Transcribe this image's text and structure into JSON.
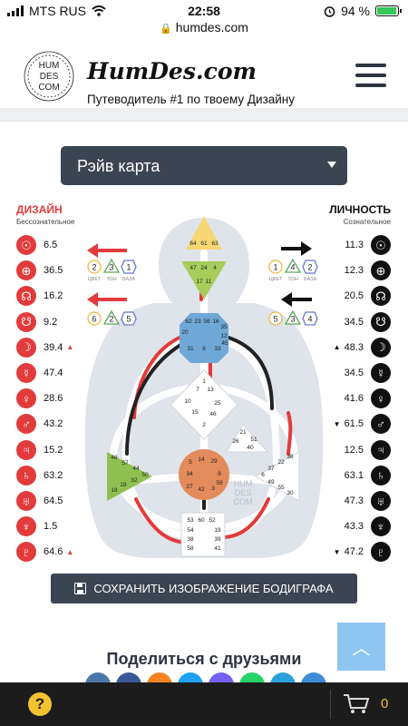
{
  "status_bar": {
    "carrier": "MTS RUS",
    "time": "22:58",
    "battery": "94 %",
    "battery_level": 0.94
  },
  "url_bar": {
    "url": "humdes.com"
  },
  "header": {
    "logo_lines": [
      "HUM",
      "DES",
      "COM"
    ],
    "brand": "HumDes.com",
    "tagline": "Путеводитель #1 по твоему Дизайну"
  },
  "chart_select": {
    "value": "Рэйв карта"
  },
  "design": {
    "title": "ДИЗАЙН",
    "subtitle": "Бессознательное",
    "color": "#e23b3b",
    "planets": [
      {
        "icon": "sun-icon",
        "glyph": "☉",
        "value": "6.5",
        "mark": ""
      },
      {
        "icon": "earth-icon",
        "glyph": "⊕",
        "value": "36.5",
        "mark": ""
      },
      {
        "icon": "north-node-icon",
        "glyph": "☊",
        "value": "16.2",
        "mark": ""
      },
      {
        "icon": "south-node-icon",
        "glyph": "☋",
        "value": "9.2",
        "mark": ""
      },
      {
        "icon": "moon-icon",
        "glyph": "☽",
        "value": "39.4",
        "mark": "▲"
      },
      {
        "icon": "mercury-icon",
        "glyph": "☿",
        "value": "47.4",
        "mark": ""
      },
      {
        "icon": "venus-icon",
        "glyph": "♀",
        "value": "28.6",
        "mark": ""
      },
      {
        "icon": "mars-icon",
        "glyph": "♂",
        "value": "43.2",
        "mark": ""
      },
      {
        "icon": "jupiter-icon",
        "glyph": "♃",
        "value": "15.2",
        "mark": ""
      },
      {
        "icon": "saturn-icon",
        "glyph": "♄",
        "value": "63.2",
        "mark": ""
      },
      {
        "icon": "uranus-icon",
        "glyph": "♅",
        "value": "64.5",
        "mark": ""
      },
      {
        "icon": "neptune-icon",
        "glyph": "♆",
        "value": "1.5",
        "mark": ""
      },
      {
        "icon": "pluto-icon",
        "glyph": "♇",
        "value": "64.6",
        "mark": "▲"
      }
    ]
  },
  "personality": {
    "title": "ЛИЧНОСТЬ",
    "subtitle": "Сознательное",
    "color": "#111111",
    "planets": [
      {
        "icon": "sun-icon",
        "glyph": "☉",
        "value": "11.3",
        "mark": ""
      },
      {
        "icon": "earth-icon",
        "glyph": "⊕",
        "value": "12.3",
        "mark": ""
      },
      {
        "icon": "north-node-icon",
        "glyph": "☊",
        "value": "20.5",
        "mark": ""
      },
      {
        "icon": "south-node-icon",
        "glyph": "☋",
        "value": "34.5",
        "mark": ""
      },
      {
        "icon": "moon-icon",
        "glyph": "☽",
        "value": "48.3",
        "mark": "▲"
      },
      {
        "icon": "mercury-icon",
        "glyph": "☿",
        "value": "34.5",
        "mark": ""
      },
      {
        "icon": "venus-icon",
        "glyph": "♀",
        "value": "41.6",
        "mark": ""
      },
      {
        "icon": "mars-icon",
        "glyph": "♂",
        "value": "61.5",
        "mark": "▼"
      },
      {
        "icon": "jupiter-icon",
        "glyph": "♃",
        "value": "12.5",
        "mark": ""
      },
      {
        "icon": "saturn-icon",
        "glyph": "♄",
        "value": "63.1",
        "mark": ""
      },
      {
        "icon": "uranus-icon",
        "glyph": "♅",
        "value": "47.3",
        "mark": ""
      },
      {
        "icon": "neptune-icon",
        "glyph": "♆",
        "value": "43.3",
        "mark": ""
      },
      {
        "icon": "pluto-icon",
        "glyph": "♇",
        "value": "47.2",
        "mark": "▼"
      }
    ]
  },
  "variables": {
    "labels": [
      "ЦВЕТ",
      "ТОН",
      "БАЗА"
    ],
    "left_top": [
      "2",
      "3",
      "1"
    ],
    "left_bottom": [
      "6",
      "2",
      "5"
    ],
    "right_top": [
      "1",
      "4",
      "2"
    ],
    "right_bottom": [
      "5",
      "3",
      "4"
    ]
  },
  "centers": {
    "head": [
      "64",
      "61",
      "63"
    ],
    "ajna": [
      "47",
      "24",
      "4",
      "17",
      "11"
    ],
    "throat": [
      "62",
      "23",
      "56",
      "16",
      "35",
      "12",
      "20",
      "31",
      "8",
      "33",
      "45"
    ],
    "g": [
      "1",
      "7",
      "13",
      "10",
      "25",
      "15",
      "46",
      "2"
    ],
    "heart": [
      "21",
      "26",
      "51",
      "40"
    ],
    "spleen": [
      "48",
      "57",
      "44",
      "50",
      "32",
      "28",
      "18"
    ],
    "sacral": [
      "5",
      "14",
      "29",
      "34",
      "27",
      "42",
      "3",
      "9",
      "59"
    ],
    "solar": [
      "36",
      "22",
      "37",
      "6",
      "49",
      "55",
      "30"
    ],
    "root": [
      "53",
      "60",
      "52",
      "54",
      "19",
      "38",
      "39",
      "58",
      "41"
    ],
    "watermark": [
      "HUM",
      "DES",
      "COM"
    ]
  },
  "actions": {
    "save_label": "СОХРАНИТЬ ИЗОБРАЖЕНИЕ БОДИГРАФА",
    "share_title": "Поделиться с друзьями"
  },
  "share_colors": [
    "#4a76a8",
    "#3b5998",
    "#f58220",
    "#1da1f2",
    "#7360f2",
    "#25d366",
    "#2aa1da",
    "#3e8bd6"
  ],
  "bottom_bar": {
    "cart_count": "0"
  }
}
